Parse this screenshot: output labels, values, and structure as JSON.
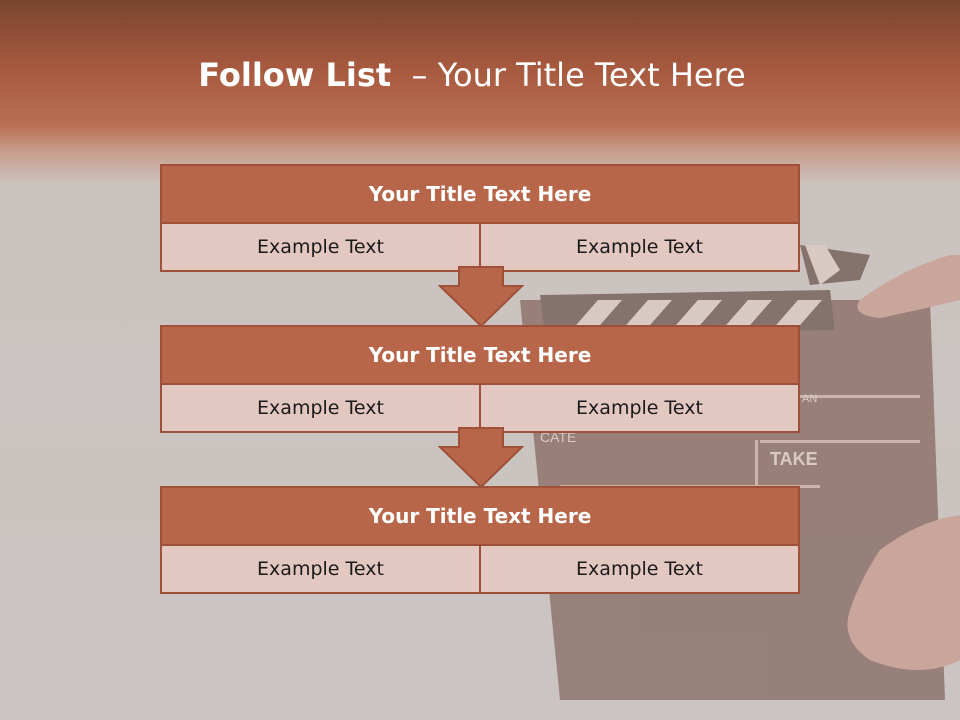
{
  "title": {
    "bold": "Follow List",
    "rest": "– Your Title Text Here"
  },
  "blocks": [
    {
      "title": "Your Title Text Here",
      "left": "Example Text",
      "right": "Example Text"
    },
    {
      "title": "Your Title Text Here",
      "left": "Example Text",
      "right": "Example Text"
    },
    {
      "title": "Your Title Text Here",
      "left": "Example Text",
      "right": "Example Text"
    }
  ],
  "photo": {
    "clapper_text": [
      "TAKE",
      "AN",
      "CATE"
    ]
  },
  "colors": {
    "header": "#b86649",
    "border": "#9e5038",
    "cell": "#e3c7c1",
    "arrow": "#b86649"
  }
}
